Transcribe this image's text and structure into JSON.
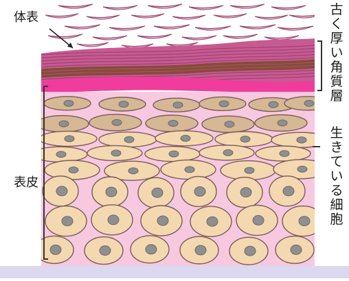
{
  "labels": {
    "surface": "体表",
    "epidermis": "表皮",
    "stratum_corneum": "古く厚い角質層",
    "living_cells": "生きている細胞"
  },
  "colors": {
    "background": "#ffffff",
    "bottom_frame": "#dcd8f0",
    "flake_fill": "#f7c8d8",
    "flake_edge": "#9a4a72",
    "corneum_pink": "#c85a92",
    "corneum_dark": "#7a4a2a",
    "pink_band": "#f03c9c",
    "living_tissue": "#f7c9e0",
    "brown_cell": "#d6b894",
    "light_cell": "#f4d8b0",
    "cell_edge": "#7a5a5a",
    "nucleus": "#8f8f8f",
    "bracket_line": "#333333"
  }
}
